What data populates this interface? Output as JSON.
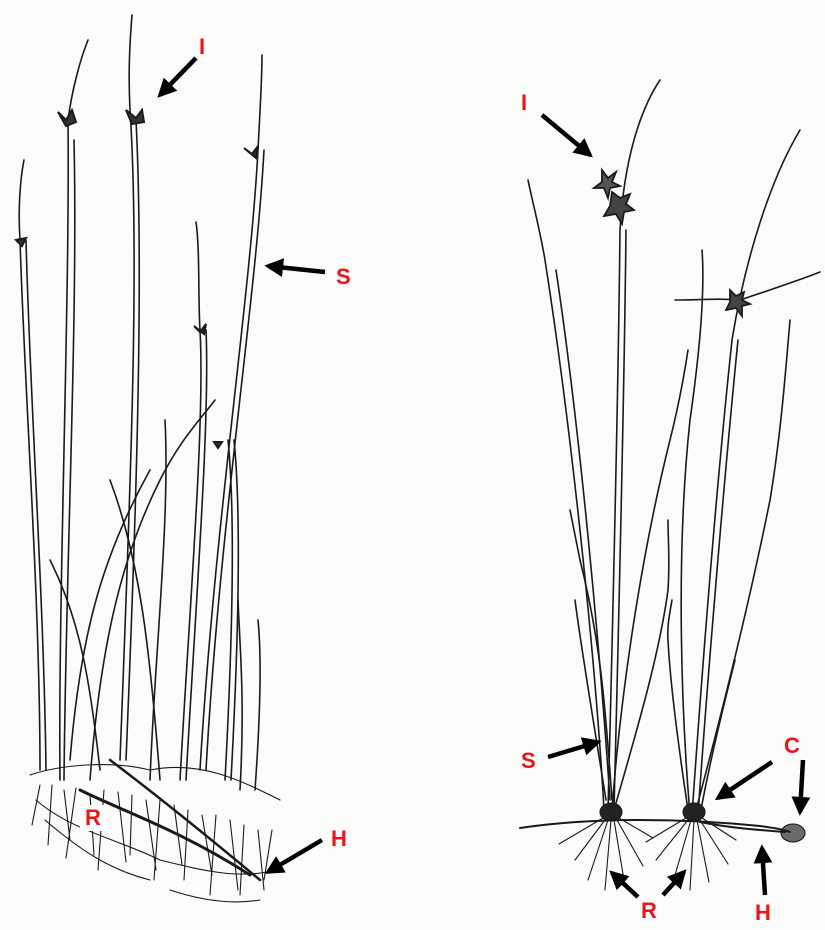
{
  "labels": {
    "left": {
      "inflorescence": "I",
      "stem": "S",
      "roots": "R",
      "rhizome": "H"
    },
    "right": {
      "inflorescence": "I",
      "stem": "S",
      "corm": "C",
      "roots": "R",
      "rhizome": "H"
    }
  },
  "colors": {
    "label": "#e8161b",
    "ink": "#1a1a1a",
    "arrow": "#000000"
  }
}
